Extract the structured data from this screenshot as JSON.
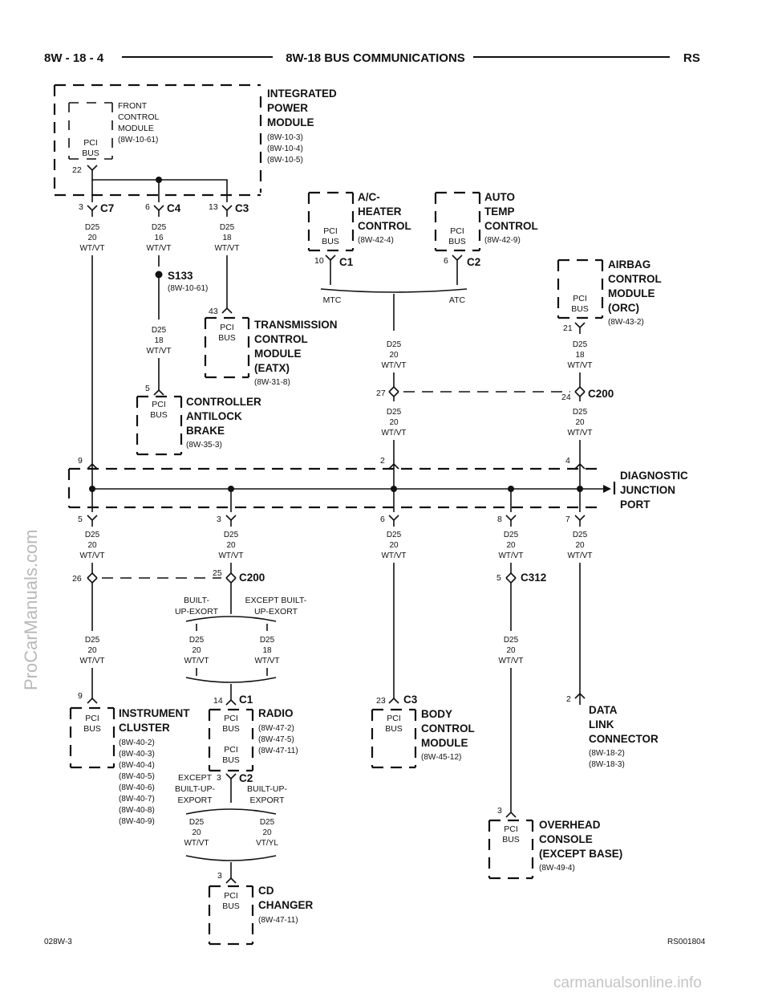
{
  "header": {
    "left": "8W - 18 - 4",
    "center": "8W-18 BUS COMMUNICATIONS",
    "right": "RS"
  },
  "footer": {
    "left": "028W-3",
    "right": "RS001804"
  },
  "watermarks": {
    "side": "ProCarManuals.com",
    "bottom": "carmanualsonline.info"
  },
  "modules": {
    "ipm": {
      "name": [
        "INTEGRATED",
        "POWER",
        "MODULE"
      ],
      "refs": [
        "(8W-10-3)",
        "(8W-10-4)",
        "(8W-10-5)"
      ]
    },
    "fcm": {
      "name": [
        "FRONT",
        "CONTROL",
        "MODULE"
      ],
      "refs": [
        "(8W-10-61)"
      ],
      "bus": [
        "PCI",
        "BUS"
      ],
      "pin": "22"
    },
    "ach": {
      "name": [
        "A/C-",
        "HEATER",
        "CONTROL"
      ],
      "refs": [
        "(8W-42-4)"
      ],
      "bus": [
        "PCI",
        "BUS"
      ],
      "pin": "10",
      "conn": "C1"
    },
    "atc": {
      "name": [
        "AUTO",
        "TEMP",
        "CONTROL"
      ],
      "refs": [
        "(8W-42-9)"
      ],
      "bus": [
        "PCI",
        "BUS"
      ],
      "pin": "6",
      "conn": "C2"
    },
    "orc": {
      "name": [
        "AIRBAG",
        "CONTROL",
        "MODULE",
        "(ORC)"
      ],
      "refs": [
        "(8W-43-2)"
      ],
      "bus": [
        "PCI",
        "BUS"
      ],
      "pin": "21"
    },
    "tcm": {
      "name": [
        "TRANSMISSION",
        "CONTROL",
        "MODULE",
        "(EATX)"
      ],
      "refs": [
        "(8W-31-8)"
      ],
      "bus": [
        "PCI",
        "BUS"
      ],
      "pin": "43"
    },
    "cab": {
      "name": [
        "CONTROLLER",
        "ANTILOCK",
        "BRAKE"
      ],
      "refs": [
        "(8W-35-3)"
      ],
      "bus": [
        "PCI",
        "BUS"
      ],
      "pin": "5"
    },
    "djp": {
      "name": [
        "DIAGNOSTIC",
        "JUNCTION",
        "PORT"
      ]
    },
    "ic": {
      "name": [
        "INSTRUMENT",
        "CLUSTER"
      ],
      "refs": [
        "(8W-40-2)",
        "(8W-40-3)",
        "(8W-40-4)",
        "(8W-40-5)",
        "(8W-40-6)",
        "(8W-40-7)",
        "(8W-40-8)",
        "(8W-40-9)"
      ],
      "bus": [
        "PCI",
        "BUS"
      ],
      "pin": "9"
    },
    "radio": {
      "name": [
        "RADIO"
      ],
      "refs": [
        "(8W-47-2)",
        "(8W-47-5)",
        "(8W-47-11)"
      ],
      "bus": [
        "PCI",
        "BUS"
      ],
      "pin1": "14",
      "conn1": "C1",
      "pin2": "3",
      "conn2": "C2"
    },
    "bcm": {
      "name": [
        "BODY",
        "CONTROL",
        "MODULE"
      ],
      "refs": [
        "(8W-45-12)"
      ],
      "bus": [
        "PCI",
        "BUS"
      ],
      "pin": "23",
      "conn": "C3"
    },
    "dlc": {
      "name": [
        "DATA",
        "LINK",
        "CONNECTOR"
      ],
      "refs": [
        "(8W-18-2)",
        "(8W-18-3)"
      ],
      "pin": "2"
    },
    "oh": {
      "name": [
        "OVERHEAD",
        "CONSOLE",
        "(EXCEPT BASE)"
      ],
      "refs": [
        "(8W-49-4)"
      ],
      "bus": [
        "PCI",
        "BUS"
      ],
      "pin": "3"
    },
    "cd": {
      "name": [
        "CD",
        "CHANGER"
      ],
      "refs": [
        "(8W-47-11)"
      ],
      "bus": [
        "PCI",
        "BUS"
      ],
      "pin": "3"
    }
  },
  "splice": {
    "name": "S133",
    "ref": "(8W-10-61)"
  },
  "connectors": {
    "c7": {
      "name": "C7",
      "pin": "3"
    },
    "c4": {
      "name": "C4",
      "pin": "6"
    },
    "c3": {
      "name": "C3",
      "pin": "13"
    },
    "c200a": {
      "name": "C200",
      "pin_left": "27",
      "pin_right": "24"
    },
    "c200b": {
      "name": "C200",
      "pin_left": "26",
      "pin_right": "25"
    },
    "c312": {
      "name": "C312",
      "pin": "5"
    }
  },
  "djp_pins": {
    "top": [
      "9",
      "2",
      "4"
    ],
    "bottom": [
      "5",
      "3",
      "6",
      "8",
      "7"
    ]
  },
  "wires": {
    "c7": [
      "D25",
      "20",
      "WT/VT"
    ],
    "c4": [
      "D25",
      "16",
      "WT/VT"
    ],
    "c3": [
      "D25",
      "18",
      "WT/VT"
    ],
    "s133": [
      "D25",
      "18",
      "WT/VT"
    ],
    "hvac": [
      "D25",
      "20",
      "WT/VT"
    ],
    "orc": [
      "D25",
      "18",
      "WT/VT"
    ],
    "c200l": [
      "D25",
      "20",
      "WT/VT"
    ],
    "c200r": [
      "D25",
      "20",
      "WT/VT"
    ],
    "b5": [
      "D25",
      "20",
      "WT/VT"
    ],
    "b3": [
      "D25",
      "20",
      "WT/VT"
    ],
    "b6": [
      "D25",
      "20",
      "WT/VT"
    ],
    "b8": [
      "D25",
      "20",
      "WT/VT"
    ],
    "b7": [
      "D25",
      "20",
      "WT/VT"
    ],
    "ic": [
      "D25",
      "20",
      "WT/VT"
    ],
    "r_built": [
      "D25",
      "20",
      "WT/VT"
    ],
    "r_except": [
      "D25",
      "18",
      "WT/VT"
    ],
    "c312": [
      "D25",
      "20",
      "WT/VT"
    ],
    "cd_except": [
      "D25",
      "20",
      "WT/VT"
    ],
    "cd_built": [
      "D25",
      "20",
      "VT/YL"
    ]
  },
  "labels": {
    "mtc": "MTC",
    "atc": "ATC",
    "built1": [
      "BUILT-",
      "UP-EXORT"
    ],
    "except1": [
      "EXCEPT BUILT-",
      "UP-EXORT"
    ],
    "except2": [
      "EXCEPT",
      "BUILT-UP-",
      "EXPORT"
    ],
    "built2": [
      "BUILT-UP-",
      "EXPORT"
    ]
  }
}
